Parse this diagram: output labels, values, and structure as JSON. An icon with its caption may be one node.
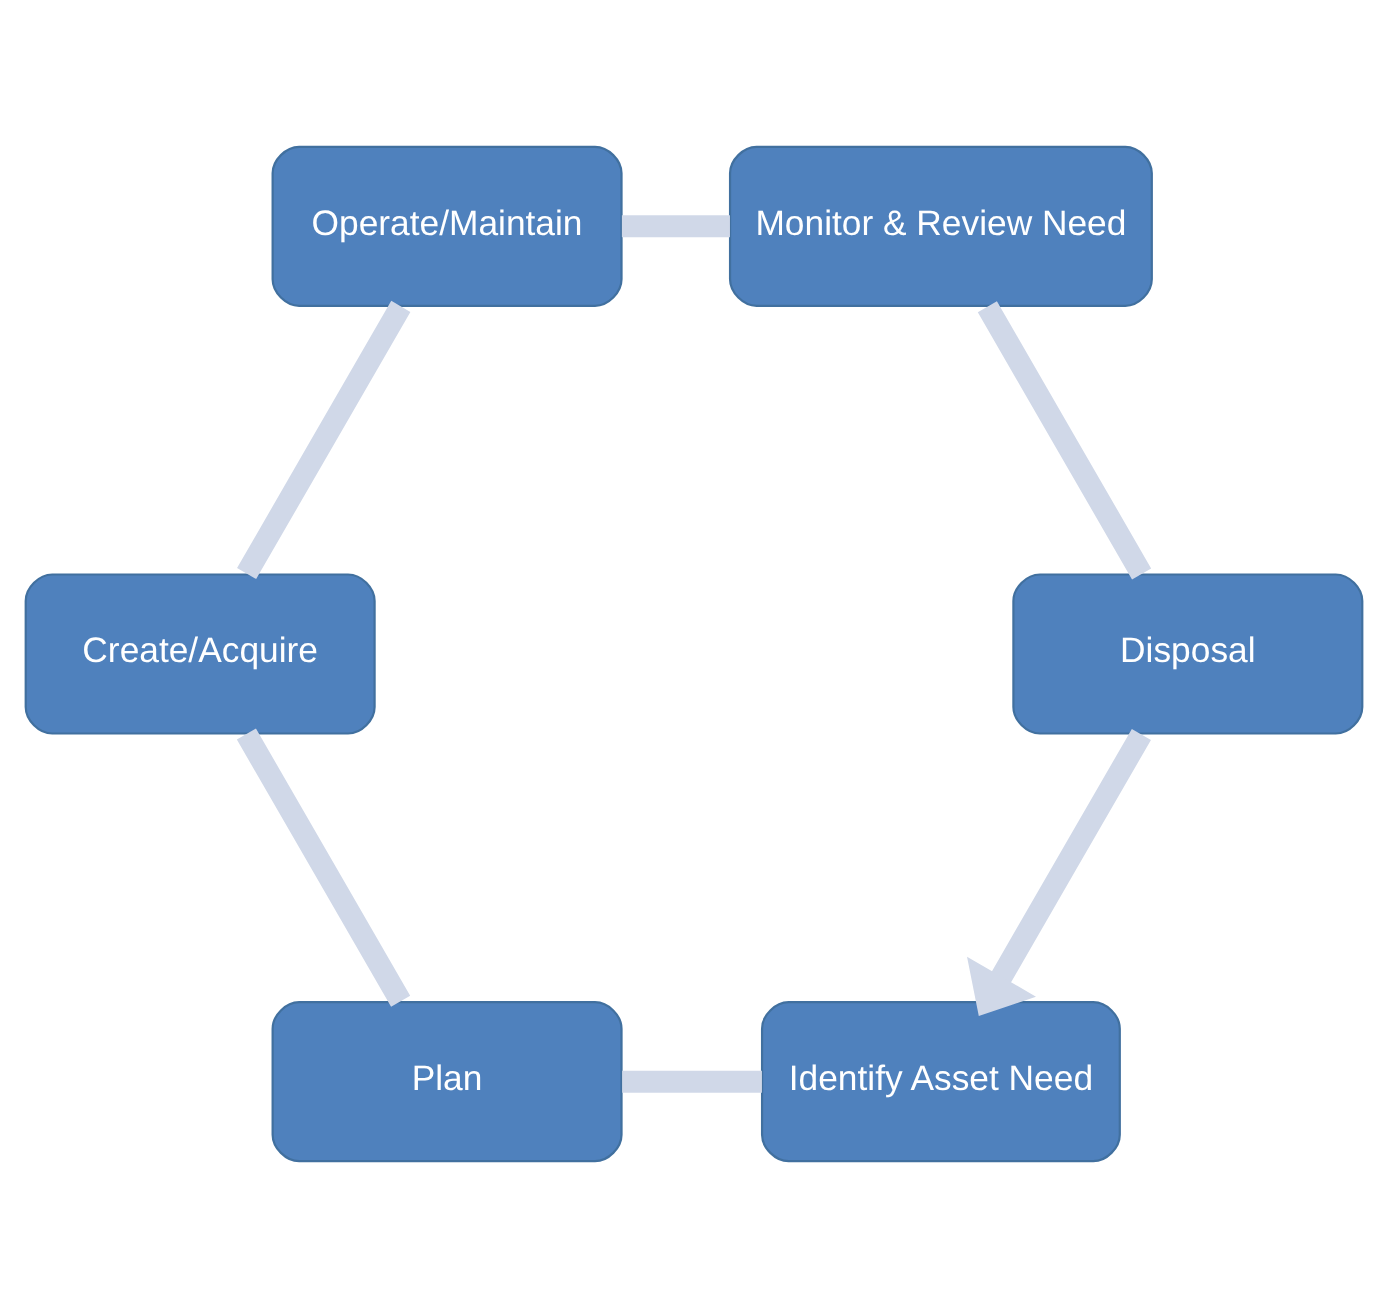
{
  "diagram": {
    "nodes": [
      {
        "text": [
          "Identify Asset Need"
        ]
      },
      {
        "text": [
          "Plan"
        ]
      },
      {
        "text": [
          "Create/Acquire"
        ]
      },
      {
        "text": [
          "Operate/Maintain"
        ]
      },
      {
        "text": [
          "Monitor & Review Need"
        ]
      },
      {
        "text": [
          "Disposal"
        ]
      }
    ],
    "edges": [
      {
        "from": 0,
        "to": 1,
        "arrow": "none"
      },
      {
        "from": 1,
        "to": 2,
        "arrow": "none"
      },
      {
        "from": 2,
        "to": 3,
        "arrow": "none"
      },
      {
        "from": 3,
        "to": 4,
        "arrow": "none"
      },
      {
        "from": 4,
        "to": 5,
        "arrow": "none"
      },
      {
        "from": 5,
        "to": 0,
        "arrow": "to"
      }
    ]
  }
}
